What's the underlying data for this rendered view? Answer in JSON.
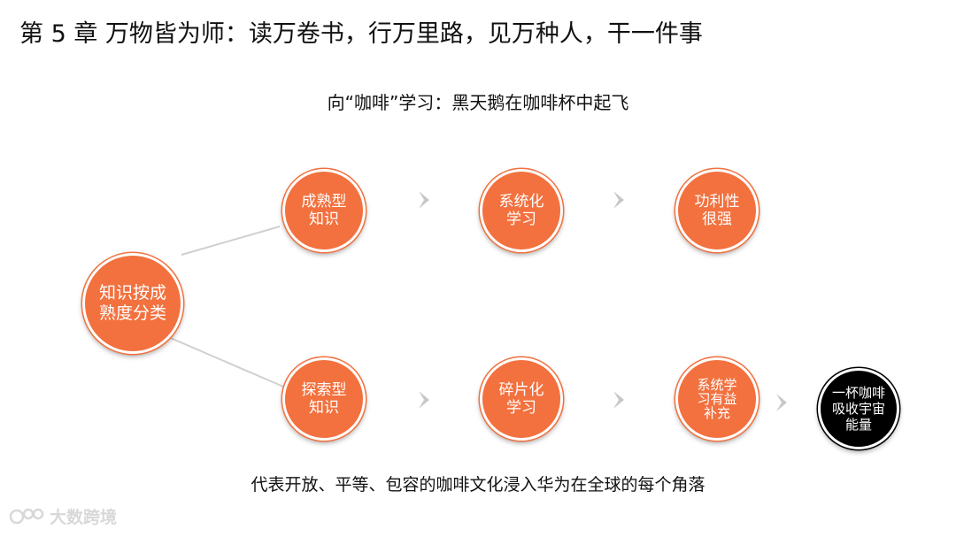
{
  "title": "第 5 章 万物皆为师：读万卷书，行万里路，见万种人，干一件事",
  "subtitle": "向“咖啡”学习：黑天鹅在咖啡杯中起飞",
  "root": "知识按成\n熟度分类",
  "top_row": [
    "成熟型\n知识",
    "系统化\n学习",
    "功利性\n很强"
  ],
  "bottom_row": [
    "探索型\n知识",
    "碎片化\n学习",
    "系统学\n习有益\n补充"
  ],
  "result": "一杯咖啡\n吸收宇宙\n能量",
  "caption": "代表开放、平等、包容的咖啡文化浸入华为在全球的每个角落",
  "watermark": "大数跨境",
  "colors": {
    "node": "#f2713f",
    "result": "#000000",
    "arrow": "#c8c8c8",
    "connector": "#d0d0d0"
  }
}
